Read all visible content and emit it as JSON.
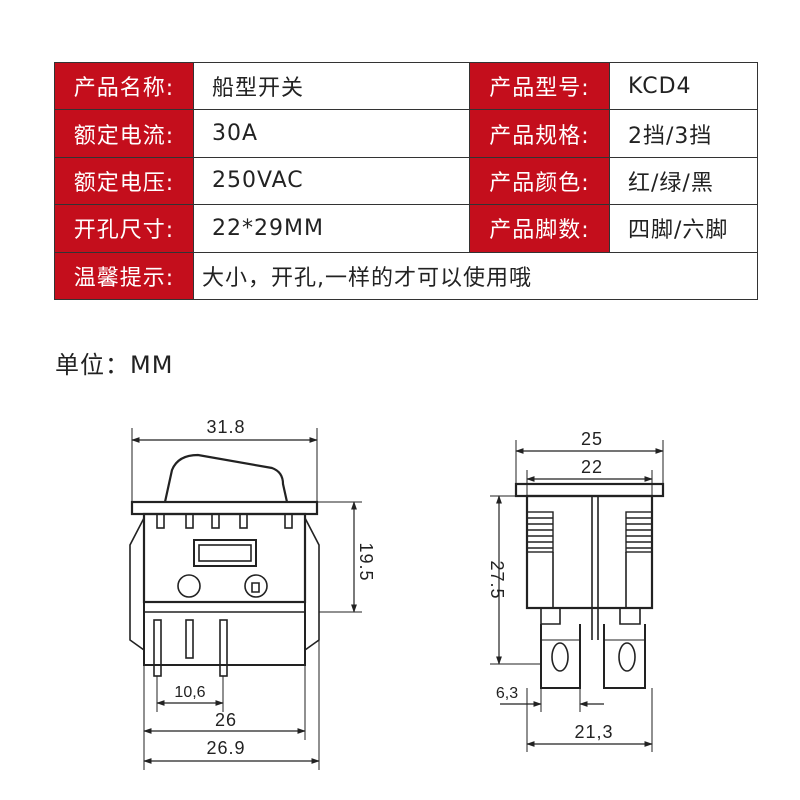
{
  "spec_table": {
    "rows": [
      {
        "label1": "产品名称:",
        "value1": "船型开关",
        "label2": "产品型号:",
        "value2": "KCD4"
      },
      {
        "label1": "额定电流:",
        "value1": "30A",
        "label2": "产品规格:",
        "value2": "2挡/3挡"
      },
      {
        "label1": "额定电压:",
        "value1": "250VAC",
        "label2": "产品颜色:",
        "value2": "红/绿/黑"
      },
      {
        "label1": "开孔尺寸:",
        "value1": "22*29MM",
        "label2": "产品脚数:",
        "value2": "四脚/六脚"
      }
    ],
    "note_label": "温馨提示:",
    "note_value": "大小，开孔,一样的才可以使用哦"
  },
  "unit_label": "单位：MM",
  "front_view": {
    "width_top": "31.8",
    "height": "19.5",
    "pin_spacing": "10,6",
    "width_body": "26",
    "width_total": "26.9"
  },
  "side_view": {
    "width_outer": "25",
    "width_inner": "22",
    "height": "27.5",
    "pin_width": "6,3",
    "width_bottom": "21,3"
  },
  "colors": {
    "label_bg": "#c40e1c",
    "label_text": "#ffffff",
    "border": "#333333"
  }
}
